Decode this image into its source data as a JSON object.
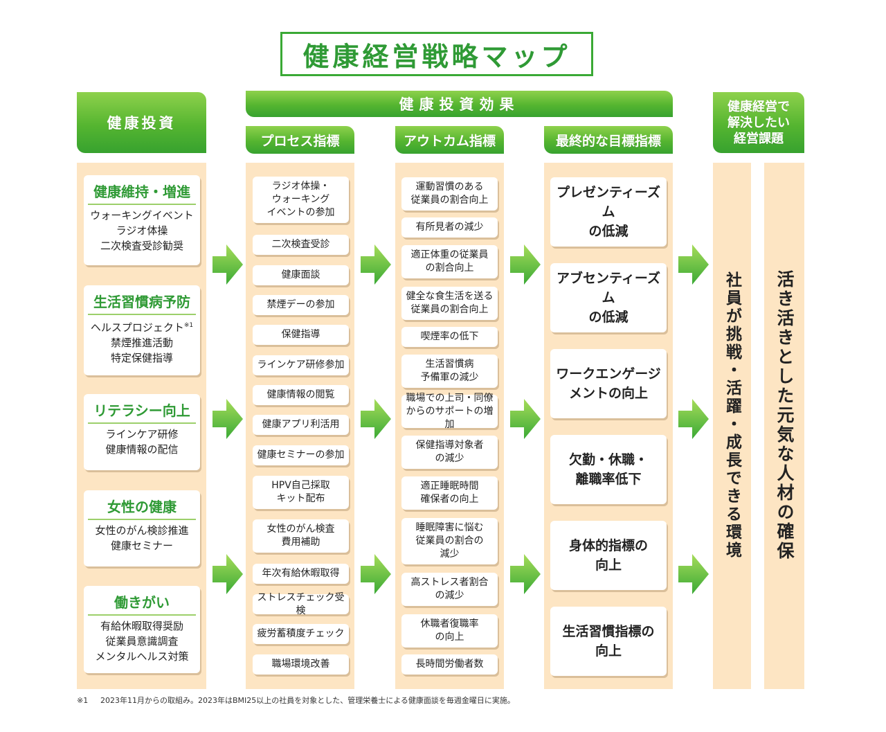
{
  "title": "健康経営戦略マップ",
  "headers": {
    "investment": "健康投資",
    "effect": "健康投資効果",
    "process": "プロセス指標",
    "outcome": "アウトカム指標",
    "final": "最終的な目標指標",
    "issue_lines": [
      "健康経営で",
      "解決したい",
      "経営課題"
    ]
  },
  "investments": [
    {
      "title": "健康維持・増進",
      "items": [
        "ウォーキングイベント",
        "ラジオ体操",
        "二次検査受診勧奨"
      ]
    },
    {
      "title": "生活習慣病予防",
      "items": [
        "ヘルスプロジェクト",
        "禁煙推進活動",
        "特定保健指導"
      ],
      "note_mark": "※1"
    },
    {
      "title": "リテラシー向上",
      "items": [
        "ラインケア研修",
        "健康情報の配信"
      ]
    },
    {
      "title": "女性の健康",
      "items": [
        "女性のがん検診推進",
        "健康セミナー"
      ]
    },
    {
      "title": "働きがい",
      "items": [
        "有給休暇取得奨励",
        "従業員意識調査",
        "メンタルヘルス対策"
      ]
    }
  ],
  "process": [
    [
      "ラジオ体操・",
      "ウォーキング",
      "イベントの参加"
    ],
    [
      "二次検査受診"
    ],
    [
      "健康面談"
    ],
    [
      "禁煙デーの参加"
    ],
    [
      "保健指導"
    ],
    [
      "ラインケア研修参加"
    ],
    [
      "健康情報の閲覧"
    ],
    [
      "健康アプリ利活用"
    ],
    [
      "健康セミナーの参加"
    ],
    [
      "HPV自己採取",
      "キット配布"
    ],
    [
      "女性のがん検査",
      "費用補助"
    ],
    [
      "年次有給休暇取得"
    ],
    [
      "ストレスチェック受検"
    ],
    [
      "疲労蓄積度チェック"
    ],
    [
      "職場環境改善"
    ]
  ],
  "outcome": [
    [
      "運動習慣のある",
      "従業員の割合向上"
    ],
    [
      "有所見者の減少"
    ],
    [
      "適正体重の従業員",
      "の割合向上"
    ],
    [
      "健全な食生活を送る",
      "従業員の割合向上"
    ],
    [
      "喫煙率の低下"
    ],
    [
      "生活習慣病",
      "予備軍の減少"
    ],
    [
      "職場での上司・同僚",
      "からのサポートの増加"
    ],
    [
      "保健指導対象者",
      "の減少"
    ],
    [
      "適正睡眠時間",
      "確保者の向上"
    ],
    [
      "睡眠障害に悩む",
      "従業員の割合の",
      "減少"
    ],
    [
      "高ストレス者割合",
      "の減少"
    ],
    [
      "休職者復職率",
      "の向上"
    ],
    [
      "長時間労働者数"
    ]
  ],
  "final": [
    [
      "プレゼンティーズム",
      "の低減"
    ],
    [
      "アブセンティーズム",
      "の低減"
    ],
    [
      "ワークエンゲージ",
      "メントの向上"
    ],
    [
      "欠勤・休職・",
      "離職率低下"
    ],
    [
      "身体的指標の",
      "向上"
    ],
    [
      "生活習慣指標の",
      "向上"
    ]
  ],
  "goals": [
    "社員が挑戦・活躍・成長できる環境",
    "活き活きとした元気な人材の確保"
  ],
  "footnote": {
    "mark": "※1",
    "text": "2023年11月からの取組み。2023年はBMI25以上の社員を対象とした、管理栄養士による健康面談を毎週金曜日に実施。"
  },
  "colors": {
    "green": "#3aa935",
    "cream": "#fde5c3"
  }
}
